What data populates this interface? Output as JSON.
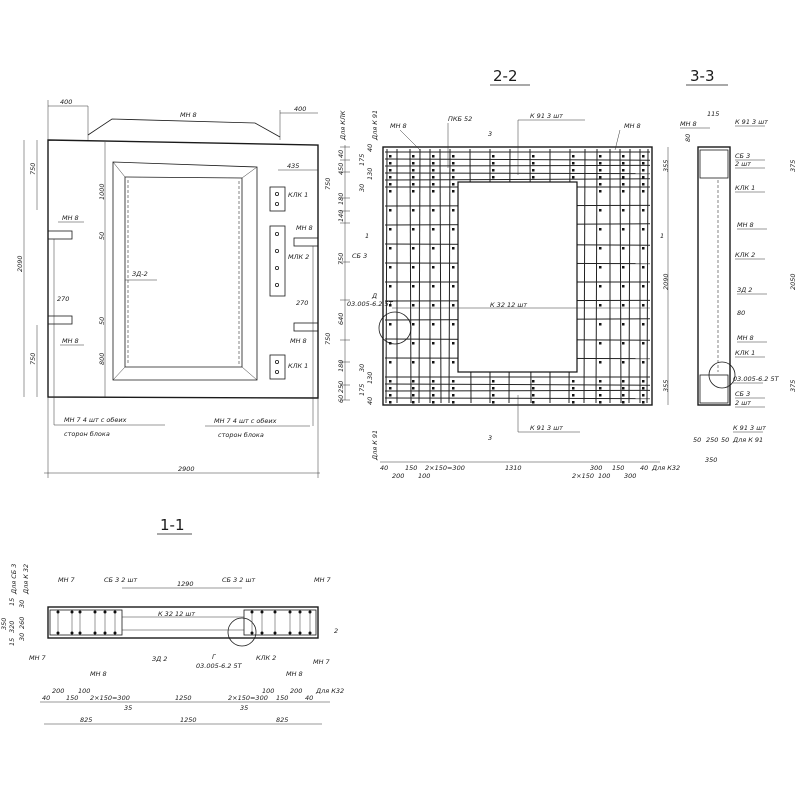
{
  "elevation": {
    "dims_top": [
      "400",
      "400"
    ],
    "label_mn8_top": "МН 8",
    "dims_left": [
      "750",
      "2090",
      "750"
    ],
    "dims_inner": [
      "1000",
      "50",
      "50",
      "800"
    ],
    "label_zd2": "ЗД-2",
    "label_mn8_left1": "МН 8",
    "label_mn8_left2": "МН 8",
    "dim_270_left": "270",
    "dim_435": "435",
    "label_klk1_top": "КЛК 1",
    "label_mn8_right1": "МН 8",
    "label_mlk2": "МЛК 2",
    "dim_270_right": "270",
    "label_mn8_right2": "МН 8",
    "label_klk1_bottom": "КЛК 1",
    "dims_right": [
      "750",
      "750",
      "40",
      "450",
      "180",
      "140",
      "750",
      "640",
      "180",
      "250",
      "60"
    ],
    "note_left": [
      "МН 7   4 шт с обеих",
      "сторон блока"
    ],
    "note_right": [
      "МН 7   4 шт с обеих",
      "сторон блока"
    ],
    "dim_width": "2900",
    "side_labels": [
      "Для КЛК",
      "Для К 91",
      "Для К 91"
    ]
  },
  "section_2_2": {
    "title": "2-2",
    "labels": {
      "mn8_left": "МН 8",
      "pkb52": "ПКБ 52",
      "k91_top": "К 91   3 шт",
      "mn8_right": "МН 8",
      "sb3": "СБ 3",
      "k32": "К 32    12 шт",
      "k91_bottom": "К 91   3 шт",
      "node_d": "Д",
      "node_ref": "03.005-6.2 5Т",
      "cut3": "3",
      "cut1": "1"
    },
    "dims_bottom": [
      "40",
      "200",
      "150",
      "100",
      "2×150=300",
      "1310",
      "2×150",
      "300",
      "100",
      "150",
      "300",
      "40",
      "Для К32"
    ],
    "dims_left": [
      "40",
      "175",
      "130",
      "30",
      "30",
      "130",
      "175",
      "40"
    ]
  },
  "section_3_3": {
    "title": "3-3",
    "labels": [
      "МН 8",
      "К 91  3 шт",
      "СБ 3",
      "2 шт",
      "КЛК 1",
      "МН 8",
      "КЛК 2",
      "ЗД 2",
      "МН 8",
      "КЛК 1",
      "03.005-6.2 5Т",
      "СБ 3",
      "2 шт",
      "К 91  3 шт"
    ],
    "dims": [
      "115",
      "80",
      "355",
      "375",
      "2090",
      "2050",
      "80",
      "355",
      "375",
      "50",
      "250",
      "50",
      "Для К 91",
      "350"
    ]
  },
  "section_1_1": {
    "title": "1-1",
    "labels": {
      "mn7_tl": "МН 7",
      "sb3_l": "СБ 3  2 шт",
      "dim_1290": "1290",
      "sb3_r": "СБ 3  2 шт",
      "mn7_tr": "МН 7",
      "k32": "К 32     12 шт",
      "mn7_bl": "МН 7",
      "mn8_l": "МН 8",
      "zd2": "ЗД 2",
      "node_g": "Г",
      "node_ref": "03.005-6.2 5Т",
      "klk2": "КЛК 2",
      "mn8_r": "МН 8",
      "mn7_br": "МН 7",
      "cut2": "2",
      "side1": "Для СБ 3",
      "side2": "Для К 32"
    },
    "dims_left": [
      "15",
      "350",
      "320",
      "15",
      "30",
      "260",
      "30"
    ],
    "dims_row1": [
      "40",
      "200",
      "150",
      "100",
      "2×150=300",
      "1250",
      "2×150=300",
      "100",
      "150",
      "200",
      "40",
      "Для К32"
    ],
    "dims_35": [
      "35",
      "35"
    ],
    "dims_row2": [
      "825",
      "1250",
      "825"
    ]
  }
}
